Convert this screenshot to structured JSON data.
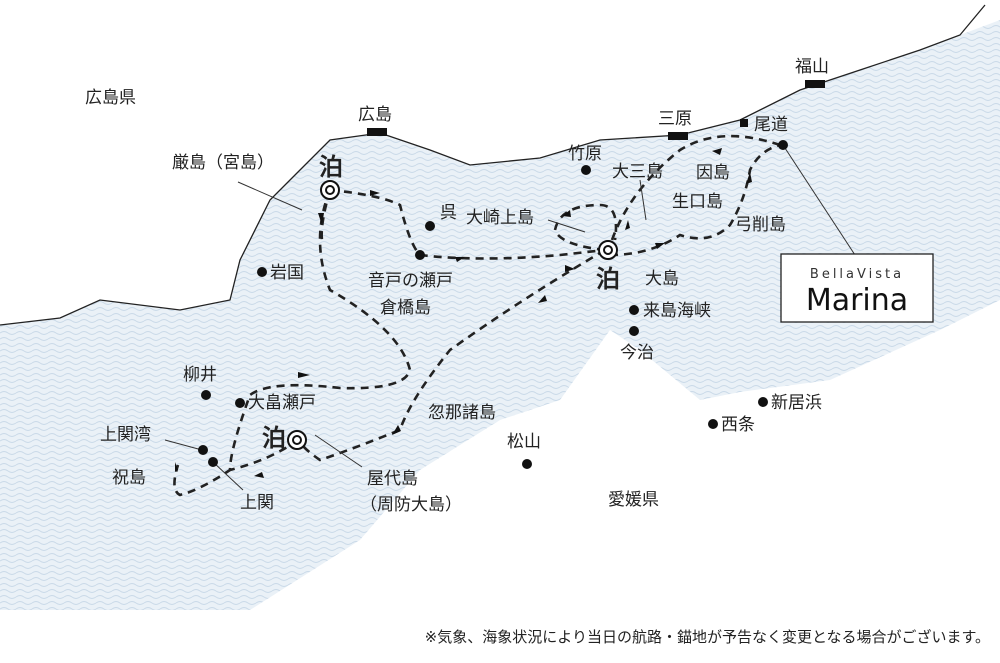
{
  "title": "Bella Vista Marina cruise route map",
  "colors": {
    "sea": "#e6eef5",
    "wave": "#c9d9e8",
    "ink": "#222222"
  },
  "regions": {
    "hiroshima": "広島県",
    "ehime": "愛媛県"
  },
  "stations": [
    "広島",
    "三原",
    "福山"
  ],
  "places": {
    "itsukushima": "厳島（宮島）",
    "kure": "呉",
    "iwakuni": "岩国",
    "ondo": "音戸の瀬戸",
    "kurahashi": "倉橋島",
    "takehara": "竹原",
    "osakikamijima": "大崎上島",
    "omishima": "大三島",
    "innoshima": "因島",
    "ikuchijima": "生口島",
    "yugeshima": "弓削島",
    "onomichi": "尾道",
    "oshima": "大島",
    "kurushima": "来島海峡",
    "imabari": "今治",
    "niihama": "新居浜",
    "saijo": "西条",
    "matsuyama": "松山",
    "kutsuna": "忽那諸島",
    "yanai": "柳井",
    "obatake": "大畠瀬戸",
    "kaminosekiwan": "上関湾",
    "iwaishima": "祝島",
    "kaminoseki": "上関",
    "yashiro1": "屋代島",
    "yashiro2": "（周防大島）"
  },
  "anchor_label": "泊",
  "logo": {
    "line1": "BellaVista",
    "line2": "Marina"
  },
  "note": "※気象、海象状況により当日の航路・錨地が予告なく変更となる場合がございます。"
}
